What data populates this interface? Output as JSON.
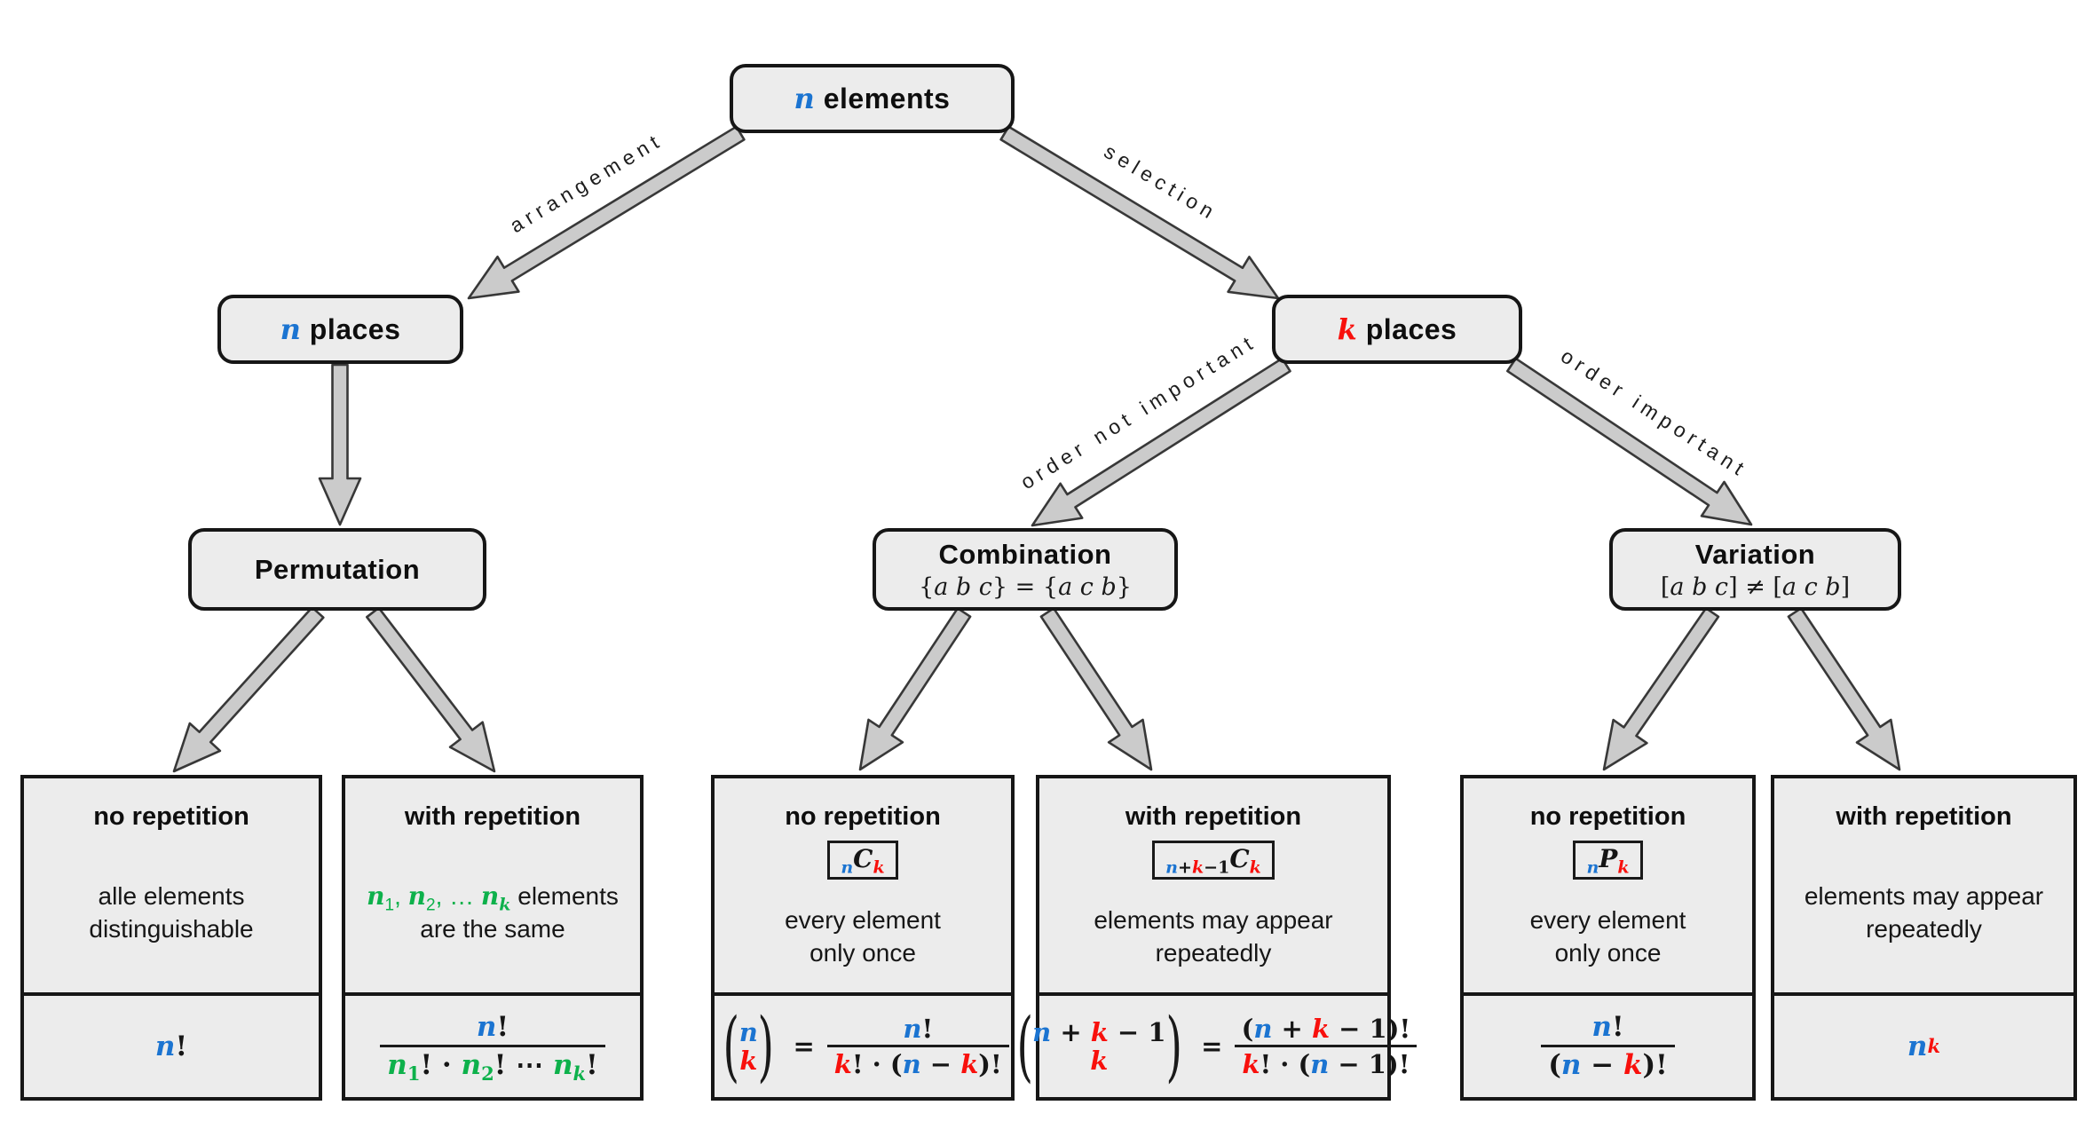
{
  "palette": {
    "blue": "#1b74d1",
    "red": "#f8100c",
    "green": "#0db14b",
    "box_fill": "#ececec",
    "box_border": "#161616",
    "arrow_fill": "#cbcbcb",
    "arrow_stroke": "#383838"
  },
  "parens": {
    "l": "(",
    "r": ")",
    "eq": "="
  },
  "nodes": {
    "root": {
      "title": [
        {
          "t": "n",
          "c": "b",
          "i": 1,
          "b": 1
        },
        {
          "t": " elements"
        }
      ]
    },
    "n_places": {
      "title": [
        {
          "t": "n",
          "c": "b",
          "i": 1,
          "b": 1
        },
        {
          "t": " places"
        }
      ]
    },
    "k_places": {
      "title": [
        {
          "t": "k",
          "c": "r",
          "i": 1,
          "b": 1
        },
        {
          "t": " places"
        }
      ]
    },
    "permutation": {
      "title": "Permutation"
    },
    "combination": {
      "title": "Combination",
      "subtitle": [
        {
          "t": "{"
        },
        {
          "t": "a b c",
          "i": 1
        },
        {
          "t": "} = {"
        },
        {
          "t": "a c b",
          "i": 1
        },
        {
          "t": "}"
        }
      ]
    },
    "variation": {
      "title": "Variation",
      "subtitle": [
        {
          "t": "["
        },
        {
          "t": "a b c",
          "i": 1
        },
        {
          "t": "] ≠ ["
        },
        {
          "t": "a c b",
          "i": 1
        },
        {
          "t": "]"
        }
      ]
    }
  },
  "edge_labels": {
    "arrangement": "arrangement",
    "selection": "selection",
    "order_not_important": "order not important",
    "order_important": "order important"
  },
  "leaves": [
    {
      "heading": "no repetition",
      "body": [
        [
          {
            "t": "alle elements"
          }
        ],
        [
          {
            "t": "distinguishable"
          }
        ]
      ],
      "formula": [
        {
          "t": "n",
          "c": "b",
          "i": 1
        },
        {
          "t": "!"
        }
      ]
    },
    {
      "heading": "with repetition",
      "body": [
        [
          {
            "t": "n",
            "c": "g",
            "i": 1
          },
          {
            "t": "1",
            "c": "g",
            "sub": 1
          },
          {
            "t": ", ",
            "c": "g"
          },
          {
            "t": "n",
            "c": "g",
            "i": 1
          },
          {
            "t": "2",
            "c": "g",
            "sub": 1
          },
          {
            "t": ", … ",
            "c": "g"
          },
          {
            "t": "n",
            "c": "g",
            "i": 1
          },
          {
            "t": "k",
            "c": "g",
            "i": 1,
            "sub": 1
          },
          {
            "t": " elements"
          }
        ],
        [
          {
            "t": "are the same"
          }
        ]
      ],
      "num": [
        {
          "t": "n",
          "c": "b",
          "i": 1
        },
        {
          "t": "!"
        }
      ],
      "den": [
        {
          "t": "n",
          "c": "g",
          "i": 1
        },
        {
          "t": "1",
          "c": "g",
          "sub": 1
        },
        {
          "t": "! · "
        },
        {
          "t": "n",
          "c": "g",
          "i": 1
        },
        {
          "t": "2",
          "c": "g",
          "sub": 1
        },
        {
          "t": "! ⋯ "
        },
        {
          "t": "n",
          "c": "g",
          "i": 1
        },
        {
          "t": "k",
          "c": "g",
          "i": 1,
          "sub": 1
        },
        {
          "t": "!"
        }
      ]
    },
    {
      "heading": "no repetition",
      "badge": [
        {
          "t": "n",
          "c": "b",
          "i": 1,
          "sub": 1
        },
        {
          "t": "C",
          "i": 1
        },
        {
          "t": "k",
          "c": "r",
          "i": 1,
          "sub": 1
        }
      ],
      "body": [
        [
          {
            "t": "every element"
          }
        ],
        [
          {
            "t": "only once"
          }
        ]
      ],
      "binom_top": [
        {
          "t": "n",
          "c": "b",
          "i": 1
        }
      ],
      "binom_bot": [
        {
          "t": "k",
          "c": "r",
          "i": 1
        }
      ],
      "num": [
        {
          "t": "n",
          "c": "b",
          "i": 1
        },
        {
          "t": "!"
        }
      ],
      "den": [
        {
          "t": "k",
          "c": "r",
          "i": 1
        },
        {
          "t": "! · ("
        },
        {
          "t": "n",
          "c": "b",
          "i": 1
        },
        {
          "t": " − "
        },
        {
          "t": "k",
          "c": "r",
          "i": 1
        },
        {
          "t": ")!"
        }
      ]
    },
    {
      "heading": "with repetition",
      "badge": [
        {
          "t": "n",
          "c": "b",
          "i": 1,
          "sub": 1
        },
        {
          "t": "+",
          "sub": 1
        },
        {
          "t": "k",
          "c": "r",
          "i": 1,
          "sub": 1
        },
        {
          "t": "−1",
          "sub": 1
        },
        {
          "t": "C",
          "i": 1
        },
        {
          "t": "k",
          "c": "r",
          "i": 1,
          "sub": 1
        }
      ],
      "body": [
        [
          {
            "t": "elements may appear"
          }
        ],
        [
          {
            "t": "repeatedly"
          }
        ]
      ],
      "binom_top": [
        {
          "t": "n",
          "c": "b",
          "i": 1
        },
        {
          "t": " + "
        },
        {
          "t": "k",
          "c": "r",
          "i": 1
        },
        {
          "t": " − 1"
        }
      ],
      "binom_bot": [
        {
          "t": "k",
          "c": "r",
          "i": 1
        }
      ],
      "num": [
        {
          "t": "("
        },
        {
          "t": "n",
          "c": "b",
          "i": 1
        },
        {
          "t": " + "
        },
        {
          "t": "k",
          "c": "r",
          "i": 1
        },
        {
          "t": " − 1)!"
        }
      ],
      "den": [
        {
          "t": "k",
          "c": "r",
          "i": 1
        },
        {
          "t": "! · ("
        },
        {
          "t": "n",
          "c": "b",
          "i": 1
        },
        {
          "t": " − 1)!"
        }
      ]
    },
    {
      "heading": "no repetition",
      "badge": [
        {
          "t": "n",
          "c": "b",
          "i": 1,
          "sub": 1
        },
        {
          "t": "P",
          "i": 1
        },
        {
          "t": "k",
          "c": "r",
          "i": 1,
          "sub": 1
        }
      ],
      "body": [
        [
          {
            "t": "every element"
          }
        ],
        [
          {
            "t": "only once"
          }
        ]
      ],
      "num": [
        {
          "t": "n",
          "c": "b",
          "i": 1
        },
        {
          "t": "!"
        }
      ],
      "den": [
        {
          "t": "("
        },
        {
          "t": "n",
          "c": "b",
          "i": 1
        },
        {
          "t": " − "
        },
        {
          "t": "k",
          "c": "r",
          "i": 1
        },
        {
          "t": ")!"
        }
      ]
    },
    {
      "heading": "with repetition",
      "body": [
        [
          {
            "t": "elements may appear"
          }
        ],
        [
          {
            "t": "repeatedly"
          }
        ]
      ],
      "formula": [
        {
          "t": "n",
          "c": "b",
          "i": 1
        },
        {
          "t": "k",
          "c": "r",
          "i": 1,
          "sup": 1
        }
      ]
    }
  ]
}
